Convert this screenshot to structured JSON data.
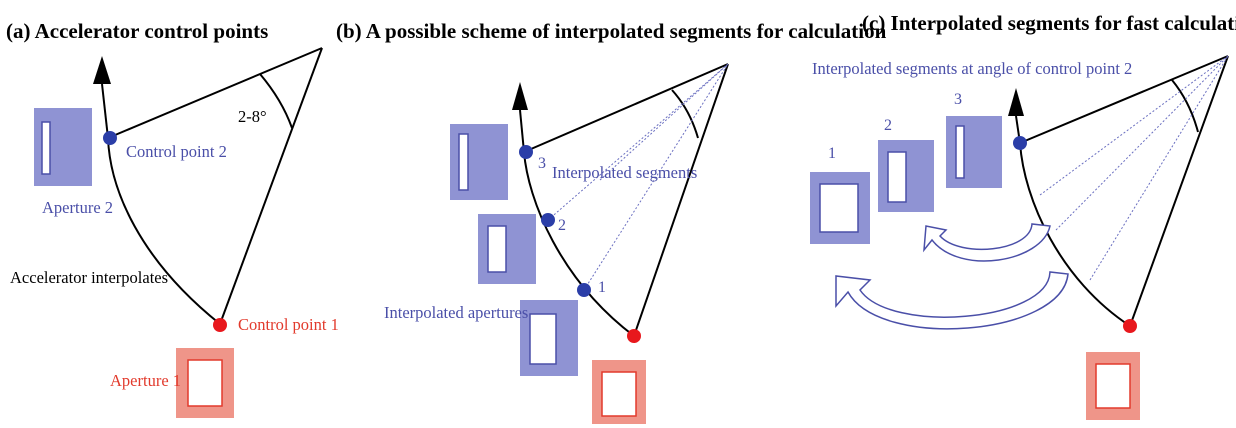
{
  "panel_a": {
    "title": "(a) Accelerator control points",
    "angle_label": "2-8°",
    "control_point_2": "Control point 2",
    "aperture_2": "Aperture 2",
    "accelerator_interpolates": "Accelerator interpolates",
    "control_point_1": "Control point 1",
    "aperture_1": "Aperture 1"
  },
  "panel_b": {
    "title": "(b) A possible scheme of interpolated segments for calculation",
    "interpolated_segments": "Interpolated segments",
    "interpolated_apertures": "Interpolated apertures",
    "num_1": "1",
    "num_2": "2",
    "num_3": "3"
  },
  "panel_c": {
    "title": "(c) Interpolated segments for fast calculation",
    "segments_at_angle": "Interpolated segments at angle of control point 2",
    "num_1": "1",
    "num_2": "2",
    "num_3": "3"
  },
  "colors": {
    "blue_aperture": "#8f93d3",
    "blue_text": "#4a4fa8",
    "red_aperture": "#ef9589",
    "red_text": "#e23a2c",
    "control_dot_blue": "#2b3ea8",
    "control_dot_red": "#e8181d"
  }
}
